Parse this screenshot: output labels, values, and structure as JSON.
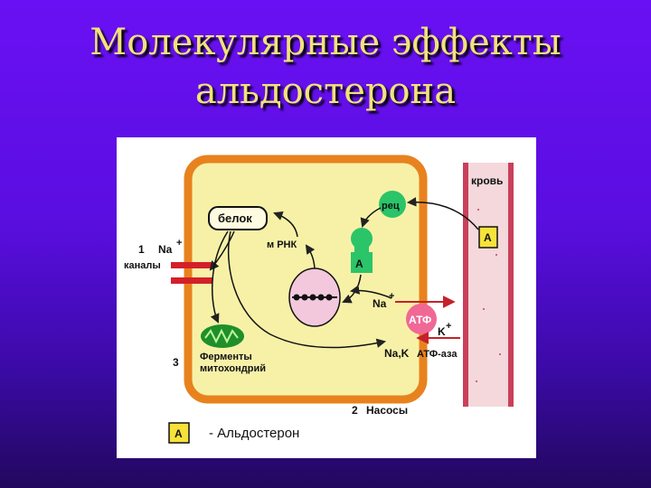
{
  "title": {
    "line1": "Молекулярные эффекты",
    "line2": "альдостерона"
  },
  "diagram": {
    "blood": "кровь",
    "receptor": "рец",
    "protein": "белок",
    "mrna": "м РНК",
    "hormone_a": "А",
    "channel_number": "1",
    "channel_na": "Na",
    "channel_label": "каналы",
    "na_inside": "Na",
    "atp": "АТФ",
    "k": "K",
    "na_k": "Na,K",
    "atpase": "АТФ-аза",
    "enzymes_line1": "Ферменты",
    "enzymes_line2": "митохондрий",
    "enzymes_number": "3",
    "pumps_number": "2",
    "pumps_label": "Насосы",
    "legend_box": "А",
    "legend_text": "- Альдостерон",
    "plus": "+"
  },
  "colors": {
    "background_top": "#6a10f4",
    "title_text": "#f2e27a",
    "cell_fill": "#f7f1a8",
    "cell_border": "#e8821e",
    "blood_vessel": "#c9405a",
    "receptor": "#2bc468",
    "nucleus": "#f3c8dc",
    "atp": "#f06896",
    "mitochondrion": "#1e8f2a",
    "arrows": "#c4222a"
  }
}
